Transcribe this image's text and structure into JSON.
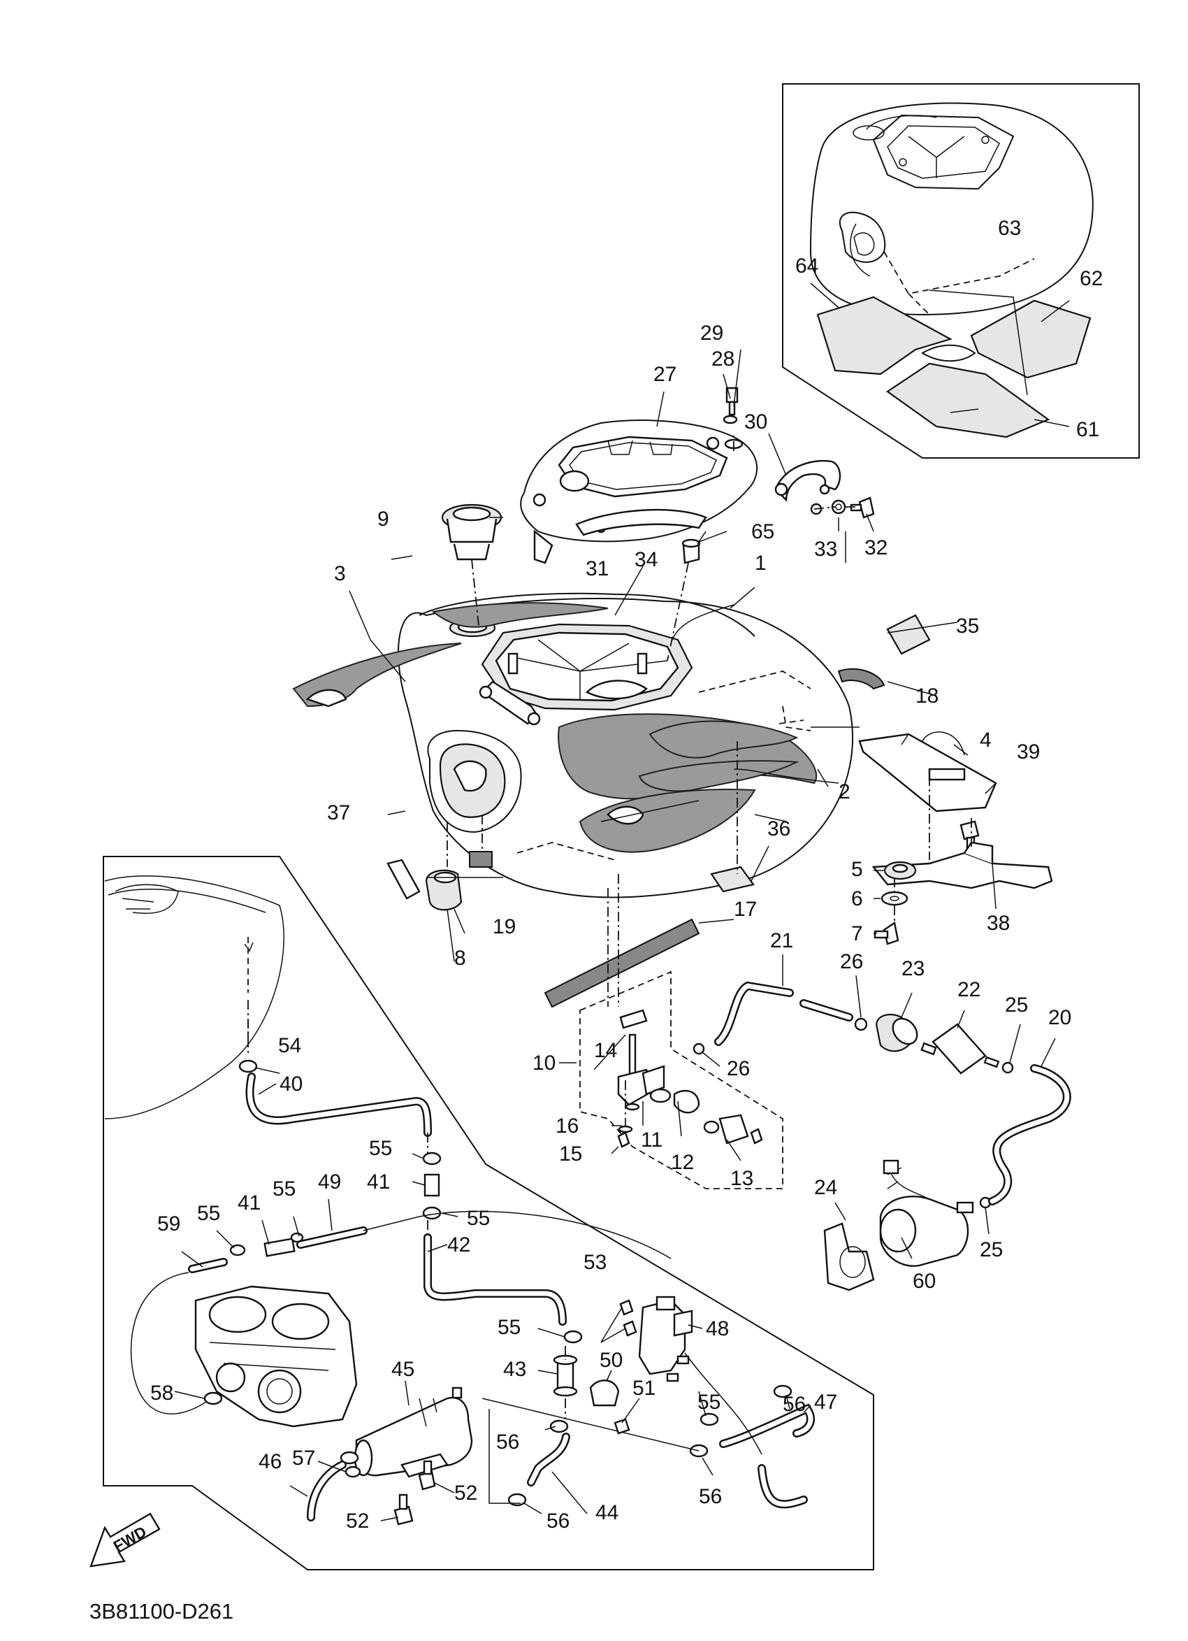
{
  "diagram_code": "3B81100-D261",
  "fwd_label": "FWD",
  "callouts": [
    {
      "id": "c1",
      "text": "1"
    },
    {
      "id": "c2",
      "text": "2"
    },
    {
      "id": "c3",
      "text": "3"
    },
    {
      "id": "c4",
      "text": "4"
    },
    {
      "id": "c5",
      "text": "5"
    },
    {
      "id": "c6",
      "text": "6"
    },
    {
      "id": "c7",
      "text": "7"
    },
    {
      "id": "c8",
      "text": "8"
    },
    {
      "id": "c9",
      "text": "9"
    },
    {
      "id": "c10",
      "text": "10"
    },
    {
      "id": "c11",
      "text": "11"
    },
    {
      "id": "c12",
      "text": "12"
    },
    {
      "id": "c13",
      "text": "13"
    },
    {
      "id": "c14",
      "text": "14"
    },
    {
      "id": "c15",
      "text": "15"
    },
    {
      "id": "c16",
      "text": "16"
    },
    {
      "id": "c17",
      "text": "17"
    },
    {
      "id": "c18",
      "text": "18"
    },
    {
      "id": "c19",
      "text": "19"
    },
    {
      "id": "c20",
      "text": "20"
    },
    {
      "id": "c21",
      "text": "21"
    },
    {
      "id": "c22",
      "text": "22"
    },
    {
      "id": "c23",
      "text": "23"
    },
    {
      "id": "c24",
      "text": "24"
    },
    {
      "id": "c25a",
      "text": "25"
    },
    {
      "id": "c25b",
      "text": "25"
    },
    {
      "id": "c26a",
      "text": "26"
    },
    {
      "id": "c26b",
      "text": "26"
    },
    {
      "id": "c27",
      "text": "27"
    },
    {
      "id": "c28",
      "text": "28"
    },
    {
      "id": "c29",
      "text": "29"
    },
    {
      "id": "c30",
      "text": "30"
    },
    {
      "id": "c31",
      "text": "31"
    },
    {
      "id": "c32",
      "text": "32"
    },
    {
      "id": "c33",
      "text": "33"
    },
    {
      "id": "c34",
      "text": "34"
    },
    {
      "id": "c35",
      "text": "35"
    },
    {
      "id": "c36",
      "text": "36"
    },
    {
      "id": "c37",
      "text": "37"
    },
    {
      "id": "c38",
      "text": "38"
    },
    {
      "id": "c39",
      "text": "39"
    },
    {
      "id": "c40",
      "text": "40"
    },
    {
      "id": "c41a",
      "text": "41"
    },
    {
      "id": "c41b",
      "text": "41"
    },
    {
      "id": "c42",
      "text": "42"
    },
    {
      "id": "c43",
      "text": "43"
    },
    {
      "id": "c44",
      "text": "44"
    },
    {
      "id": "c45",
      "text": "45"
    },
    {
      "id": "c46",
      "text": "46"
    },
    {
      "id": "c47",
      "text": "47"
    },
    {
      "id": "c48",
      "text": "48"
    },
    {
      "id": "c49",
      "text": "49"
    },
    {
      "id": "c50",
      "text": "50"
    },
    {
      "id": "c51",
      "text": "51"
    },
    {
      "id": "c52a",
      "text": "52"
    },
    {
      "id": "c52b",
      "text": "52"
    },
    {
      "id": "c53",
      "text": "53"
    },
    {
      "id": "c54",
      "text": "54"
    },
    {
      "id": "c55a",
      "text": "55"
    },
    {
      "id": "c55b",
      "text": "55"
    },
    {
      "id": "c55c",
      "text": "55"
    },
    {
      "id": "c55d",
      "text": "55"
    },
    {
      "id": "c55e",
      "text": "55"
    },
    {
      "id": "c55f",
      "text": "55"
    },
    {
      "id": "c56a",
      "text": "56"
    },
    {
      "id": "c56b",
      "text": "56"
    },
    {
      "id": "c56c",
      "text": "56"
    },
    {
      "id": "c56d",
      "text": "56"
    },
    {
      "id": "c57",
      "text": "57"
    },
    {
      "id": "c58",
      "text": "58"
    },
    {
      "id": "c59",
      "text": "59"
    },
    {
      "id": "c60",
      "text": "60"
    },
    {
      "id": "c61",
      "text": "61"
    },
    {
      "id": "c62",
      "text": "62"
    },
    {
      "id": "c63",
      "text": "63"
    },
    {
      "id": "c64",
      "text": "64"
    },
    {
      "id": "c65",
      "text": "65"
    }
  ]
}
